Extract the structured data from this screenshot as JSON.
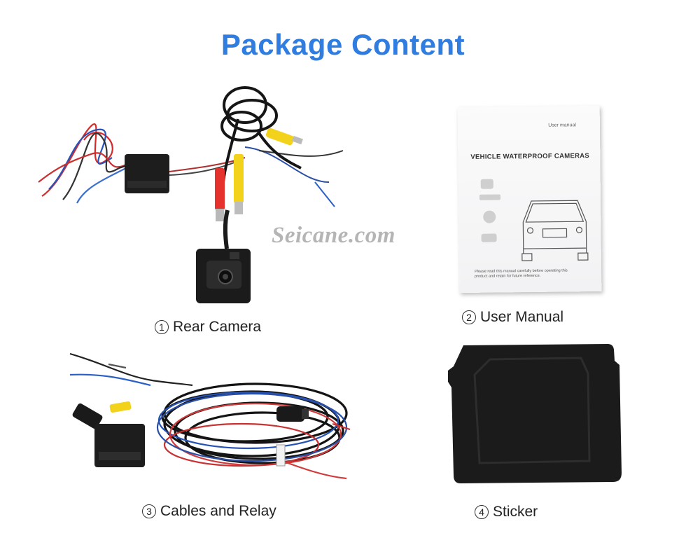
{
  "header": {
    "title": "Package Content",
    "title_color": "#2f7de1"
  },
  "watermark": "Seicane.com",
  "items": [
    {
      "number": "1",
      "label": "Rear Camera",
      "icon": "rear-camera-photo"
    },
    {
      "number": "2",
      "label": "User Manual",
      "icon": "user-manual-photo"
    },
    {
      "number": "3",
      "label": "Cables and Relay",
      "icon": "cables-relay-photo"
    },
    {
      "number": "4",
      "label": "Sticker",
      "icon": "sticker-photo"
    }
  ],
  "manual": {
    "top_label": "User manual",
    "title": "VEHICLE WATERPROOF CAMERAS",
    "footer": "Please read this manual carefully before operating this product and retain for future reference."
  }
}
